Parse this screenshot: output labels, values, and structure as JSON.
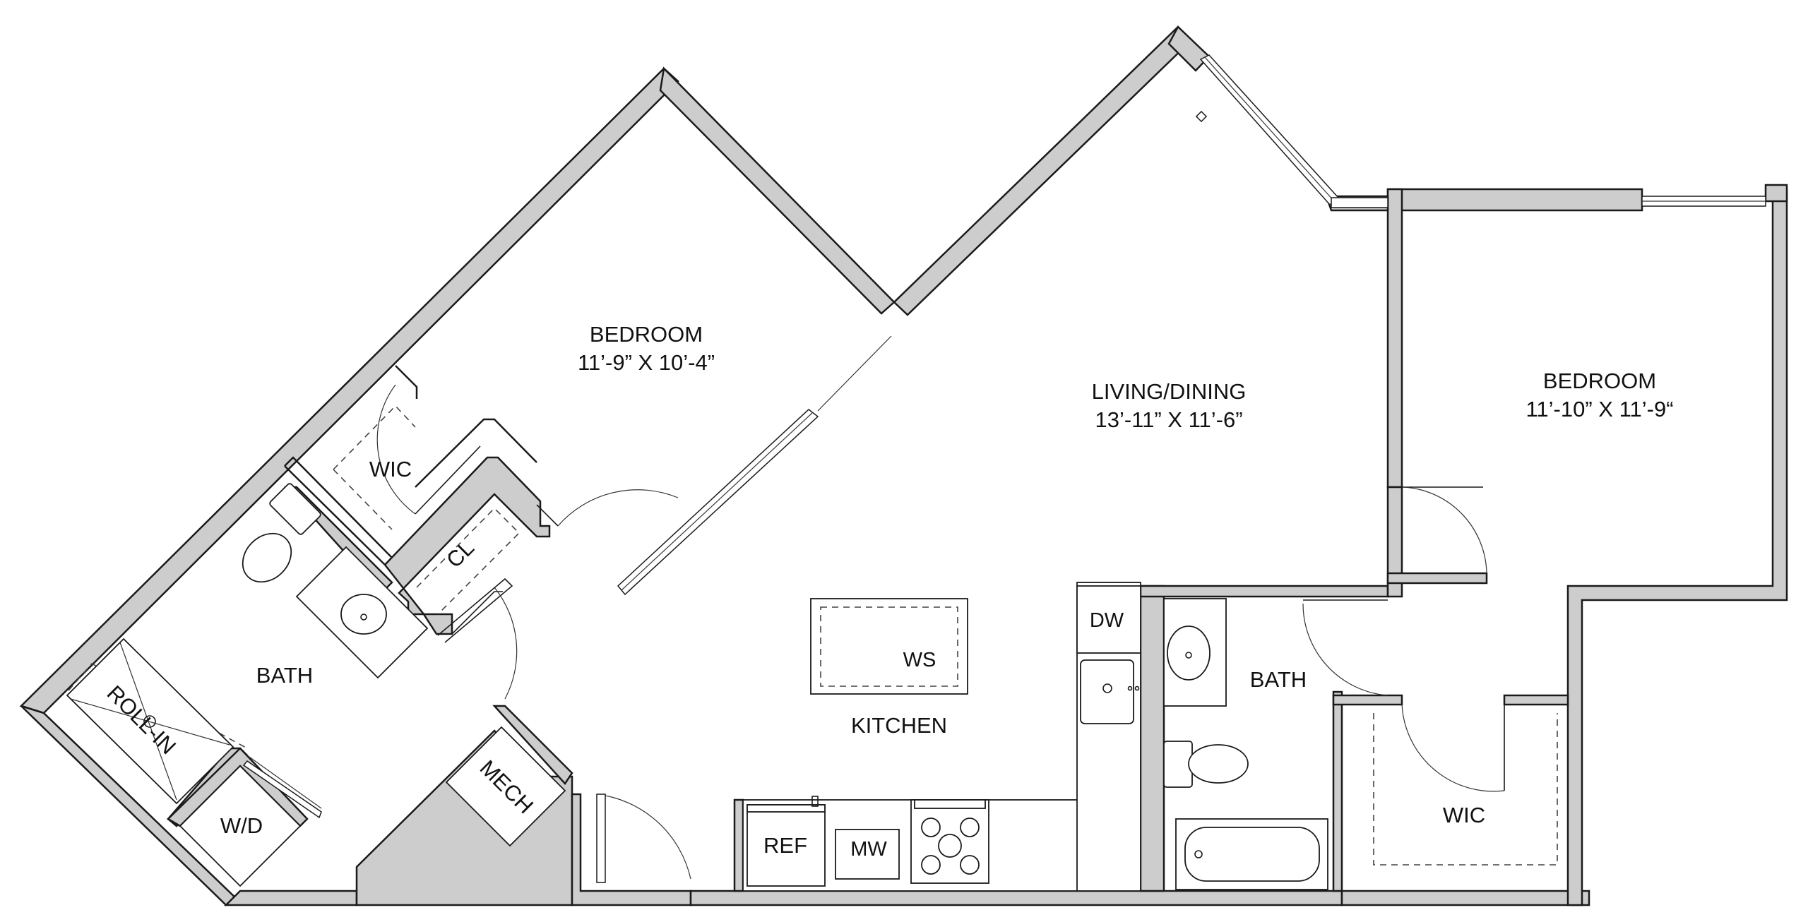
{
  "rooms": {
    "bedroom_left": {
      "name": "BEDROOM",
      "size": "11’-9” X 10’-4”"
    },
    "living": {
      "name": "LIVING/DINING",
      "size": "13’-11” X 11’-6”"
    },
    "bedroom_right": {
      "name": "BEDROOM",
      "size": "11’-10” X 11’-9“"
    },
    "wic_left": "WIC",
    "closet": "CL",
    "bath_left": "BATH",
    "shower": "ROLL-IN",
    "laundry": "W/D",
    "mech": "MECH",
    "kitchen": "KITCHEN",
    "workstation": "WS",
    "dishwasher": "DW",
    "refrigerator": "REF",
    "microwave": "MW",
    "bath_right": "BATH",
    "wic_right": "WIC"
  },
  "colors": {
    "wall_fill": "#cdcdcd",
    "line": "#1a1a1a",
    "background": "#ffffff"
  }
}
